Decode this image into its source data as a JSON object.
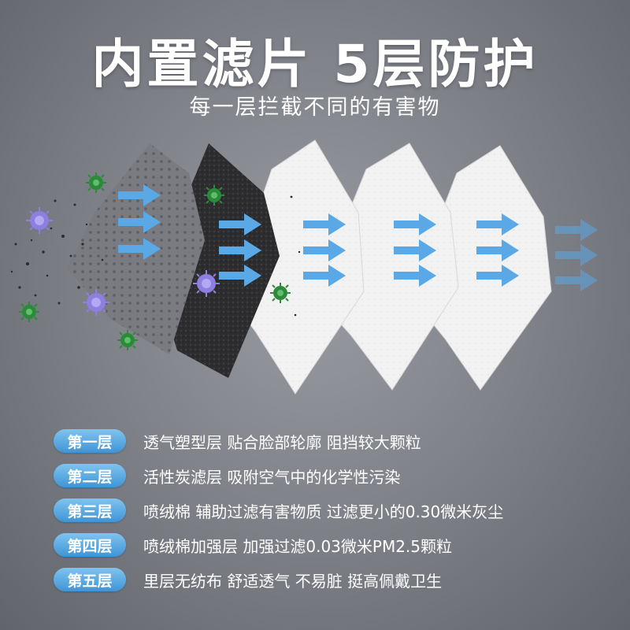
{
  "header": {
    "title": "内置滤片 5层防护",
    "subtitle": "每一层拦截不同的有害物"
  },
  "layers": [
    {
      "badge": "第一层",
      "description": "透气塑型层 贴合脸部轮廓 阻挡较大颗粒"
    },
    {
      "badge": "第二层",
      "description": "活性炭滤层 吸附空气中的化学性污染"
    },
    {
      "badge": "第三层",
      "description": "喷绒棉 辅助过滤有害物质 过滤更小的0.30微米灰尘"
    },
    {
      "badge": "第四层",
      "description": "喷绒棉加强层 加强过滤0.03微米PM2.5颗粒"
    },
    {
      "badge": "第五层",
      "description": "里层无纺布 舒适透气 不易脏 挺高佩戴卫生"
    }
  ],
  "colors": {
    "badge_top": "#7fc4ee",
    "badge_bottom": "#3f94d6",
    "arrow": "#5aa8e6",
    "layer1": "#7a7b80",
    "layer2": "#2d2d30",
    "layer_white": "#f2f2f2",
    "virus_purple": "#8c7fe0",
    "virus_green": "#2c8a3a"
  }
}
